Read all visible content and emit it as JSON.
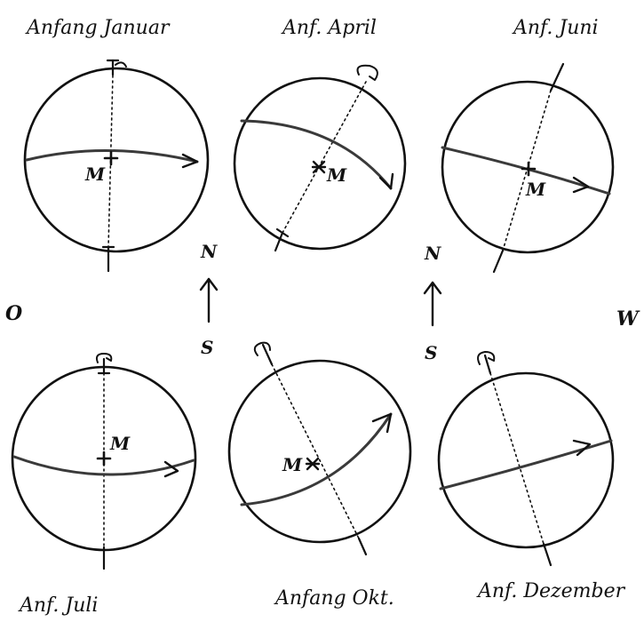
{
  "panels": [
    {
      "id": "january",
      "title": "Anfang Januar",
      "center_label": "M"
    },
    {
      "id": "april",
      "title": "Anf. April",
      "center_label": "M"
    },
    {
      "id": "june",
      "title": "Anf. Juni",
      "center_label": "M"
    },
    {
      "id": "july",
      "title": "Anf. Juli",
      "center_label": "M"
    },
    {
      "id": "october",
      "title": "Anfang Okt.",
      "center_label": "M"
    },
    {
      "id": "december",
      "title": "Anf. Dezember",
      "center_label": ""
    }
  ],
  "compass": {
    "north": "N",
    "south": "S",
    "east": "O",
    "west": "W"
  },
  "colors": {
    "ink": "#111111",
    "path": "#3a3a3a",
    "background": "#ffffff"
  }
}
